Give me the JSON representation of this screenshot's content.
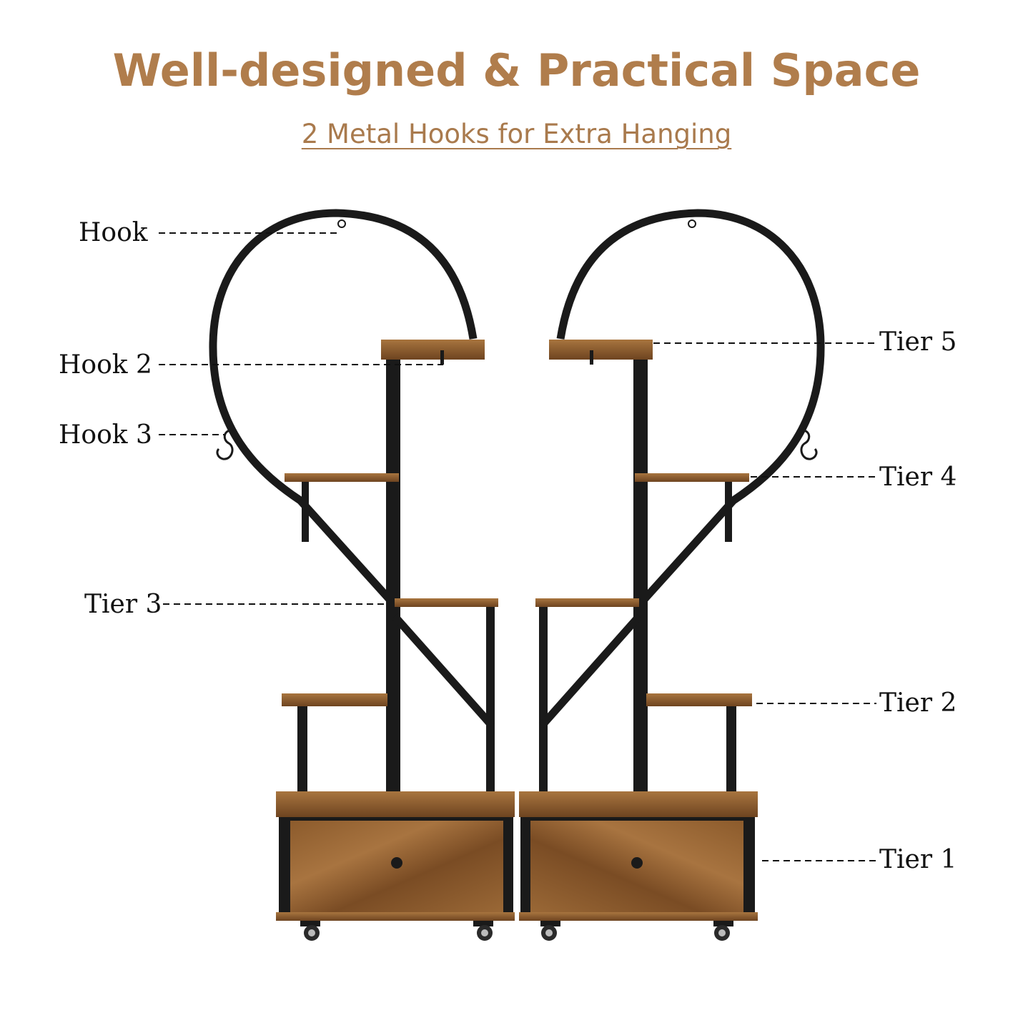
{
  "header": {
    "title": "Well-designed & Practical Space",
    "subtitle": "2 Metal Hooks for Extra Hanging"
  },
  "callouts": {
    "hook": "Hook",
    "hook2": "Hook 2",
    "hook3": "Hook 3",
    "tier3": "Tier 3",
    "tier5": "Tier 5",
    "tier4": "Tier 4",
    "tier2": "Tier 2",
    "tier1": "Tier 1"
  },
  "colors": {
    "title": "#b07d4c",
    "frame": "#1a1a1a",
    "wood": "#8a5a2e",
    "wood_light": "#a8753f"
  }
}
